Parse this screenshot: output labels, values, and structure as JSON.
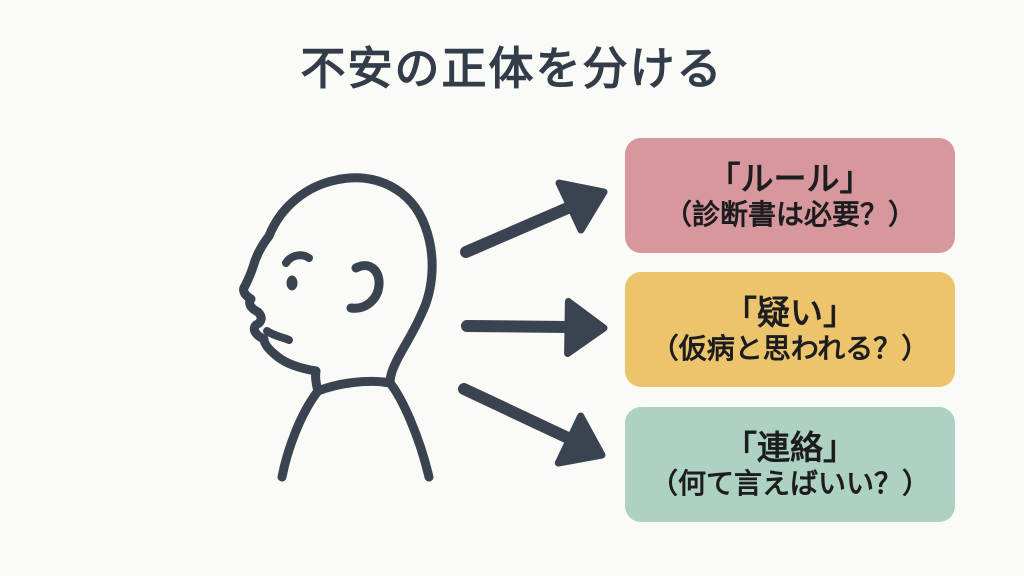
{
  "slide": {
    "title": "不安の正体を分ける"
  },
  "colors": {
    "background": "#fafaf7",
    "ink": "#3a4350",
    "title_text": "#333d4a",
    "box_text": "#1d1d1f",
    "box1_bg": "#d6979d",
    "box2_bg": "#ecc46c",
    "box3_bg": "#aed2c1"
  },
  "figure": {
    "icon": "person-head-profile"
  },
  "arrows": [
    {
      "name": "arrow-to-rule",
      "direction": "up-right"
    },
    {
      "name": "arrow-to-doubt",
      "direction": "right"
    },
    {
      "name": "arrow-to-contact",
      "direction": "down-right"
    }
  ],
  "boxes": [
    {
      "label": "「ルール」",
      "question": "（診断書は必要？）"
    },
    {
      "label": "「疑い」",
      "question": "（仮病と思われる？）"
    },
    {
      "label": "「連絡」",
      "question": "（何て言えばいい？）"
    }
  ]
}
